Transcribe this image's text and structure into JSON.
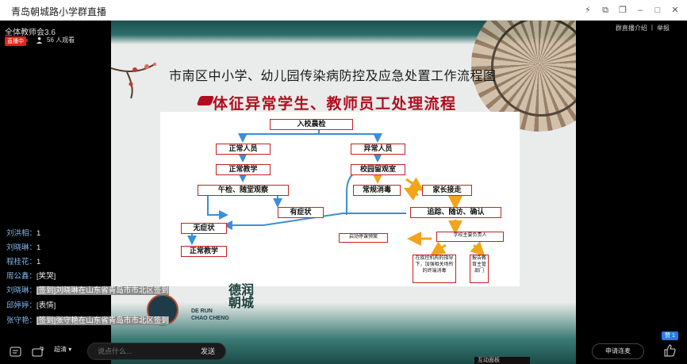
{
  "window": {
    "title": "青岛朝城路小学群直播",
    "buttons": [
      "pin-icon",
      "tile-icon",
      "restore-icon",
      "minimize-icon",
      "maximize-icon",
      "close-icon"
    ]
  },
  "channel": {
    "name": "全体教师会3.6",
    "live_badge": "直播中",
    "viewers": "56 人观看"
  },
  "header_links": {
    "intro": "群直播介绍",
    "separator": "|",
    "report": "举报"
  },
  "chat": [
    {
      "name": "刘洪相：",
      "msg": "1",
      "highlight": false
    },
    {
      "name": "刘晓琳：",
      "msg": "1",
      "highlight": false
    },
    {
      "name": "程桂花：",
      "msg": "1",
      "highlight": false
    },
    {
      "name": "周公鑫：",
      "msg": "[笑哭]",
      "highlight": false
    },
    {
      "name": "刘晓琳：",
      "msg": "[签到]刘晓琳在山东省青岛市市北区签到",
      "highlight": true
    },
    {
      "name": "邱婷婷：",
      "msg": "[表情]",
      "highlight": false
    },
    {
      "name": "张守艳：",
      "msg": "[签到]张守艳在山东省青岛市市北区签到",
      "highlight": true
    }
  ],
  "slide": {
    "title_line1": "市南区中小学、幼儿园传染病防控及应急处置工作流程图",
    "title_line2": "体征异常学生、教师员工处理流程",
    "nodes": {
      "check": "入校晨检",
      "normal_person": "正常人员",
      "abnormal_person": "异常人员",
      "normal_teaching": "正常教学",
      "observe_room": "校园留观室",
      "noon_check": "午检、随堂观察",
      "routine_disinfect": "常规消毒",
      "parent_pickup": "家长接走",
      "symptom": "有症状",
      "track": "追踪、随访、确认",
      "no_symptom": "无症状",
      "start_plan": "启动停课预案",
      "principal": "学校主要负责人",
      "normal_teaching2": "正常教学",
      "cdc_note": "在疾控机构的指导下，加强相关场所的终端消毒",
      "report_note": "报告教育主管部门"
    },
    "logo": {
      "en_line1": "DE RUN",
      "en_line2": "CHAO CHENG",
      "calligraphy": "德润朝城"
    }
  },
  "bottom": {
    "quality": "超清",
    "input_placeholder": "说点什么...",
    "send": "发送",
    "interact_panel": "互动面板",
    "apply": "申请连麦",
    "like_count": "赞 1"
  }
}
